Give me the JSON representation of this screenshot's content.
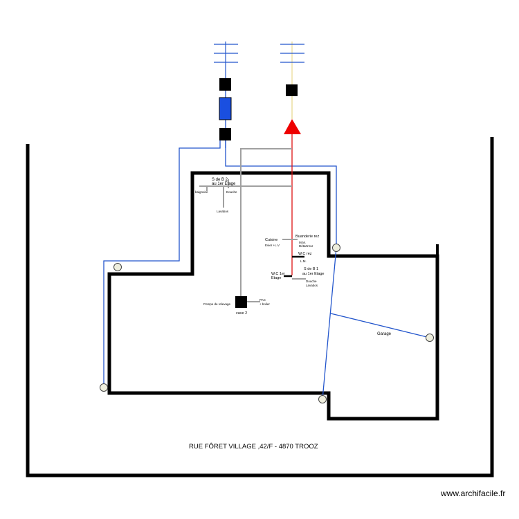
{
  "labels": {
    "sdb2_line1": "S de B 2",
    "sdb2_line2": "au 1er Etage",
    "baignoire": "baignoire",
    "douche_sdb2": "Douche",
    "lavabos_sdb2": "Lavabos",
    "cuisine": "Cuisine",
    "evier_lv": "Evier +L.V",
    "buanderie": "Buanderie rez",
    "mm": "M.M.",
    "detartreur": "Détartreur",
    "wc_rez": "W.C rez",
    "lm": "L.M.",
    "sdb1_line1": "S de B 1",
    "sdb1_line2": "au 1er Etage",
    "wc1_line1": "W.C 1er",
    "wc1_line2": "Etage",
    "douche_sdb1": "Douche",
    "lavabos_sdb1": "Lavabos",
    "pompe": "Pompe de relevage",
    "cave": "cave 2",
    "pac": "PAC",
    "boiler": "+ boiler",
    "garage": "Garage",
    "address": "RUE FÔRET VILLAGE ,42/F -  4870  TROOZ",
    "watermark": "www.archifacile.fr"
  },
  "colors": {
    "wall": "#000000",
    "blue_pipe": "#2255cc",
    "red_pipe": "#dd1111",
    "grey_pipe": "#a0a0a0",
    "blue_box": "#1a4fe0",
    "red_triangle": "#ee0000",
    "antenna_line": "#e8d890",
    "valve_fill": "#eeeedd"
  },
  "icons": {
    "antenna_left": "antenna-icon",
    "antenna_right": "antenna-icon",
    "valve": "valve-icon"
  }
}
